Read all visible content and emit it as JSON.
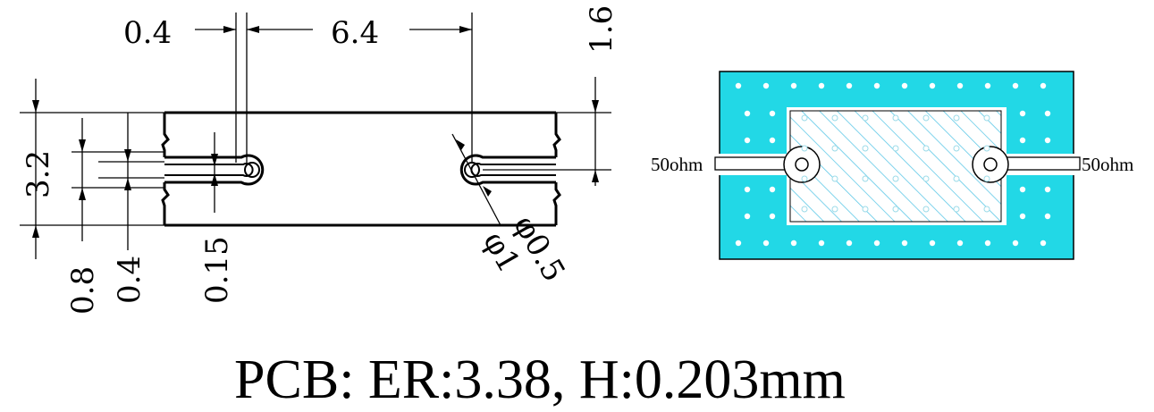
{
  "drawing": {
    "dimensions": {
      "gap_width": "0.4",
      "pad_spacing": "6.4",
      "overall_height": "3.2",
      "right_height": "1.6",
      "outer_gap": "0.8",
      "inner_gap": "0.4",
      "line_width": "0.15",
      "inner_diameter": "φ0.5",
      "outer_diameter": "φ1"
    },
    "port_labels": {
      "left": "50ohm",
      "right": "50ohm"
    },
    "caption": "PCB: ER:3.38, H:0.203mm",
    "colors": {
      "board_fill": "#22d8e6",
      "hatch": "#56c5e6",
      "via_dot": "#ffffff",
      "line": "#000000"
    }
  }
}
